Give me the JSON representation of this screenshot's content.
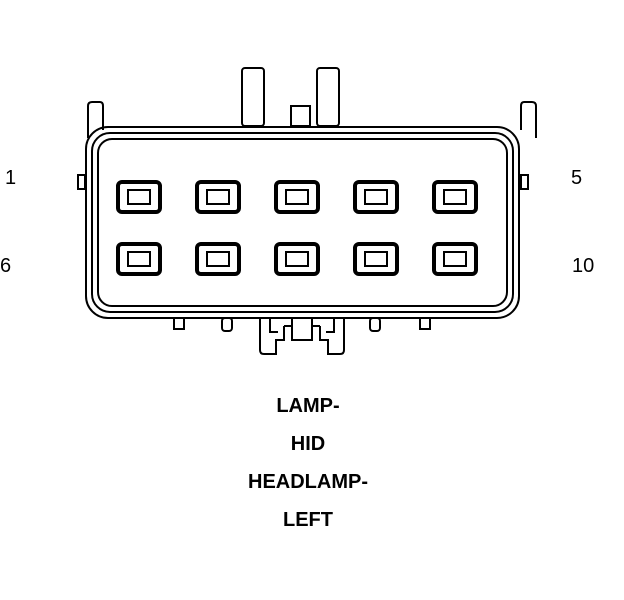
{
  "connector": {
    "pin_labels": {
      "top_left": "1",
      "top_right": "5",
      "bottom_left": "6",
      "bottom_right": "10"
    },
    "rows": 2,
    "pins_per_row": 5
  },
  "caption": {
    "lines": [
      "LAMP-",
      "HID",
      "HEADLAMP-",
      "LEFT"
    ]
  }
}
